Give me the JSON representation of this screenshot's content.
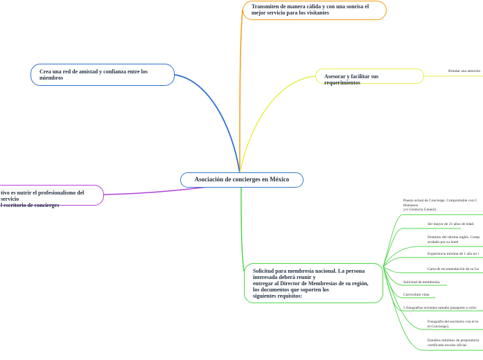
{
  "central": "Asociación de concierges en México",
  "nodes": {
    "top": {
      "lines": [
        "Transmiten de manera cálida y con una sonrisa el",
        "mejor servicio para los visitantes"
      ]
    },
    "left_top": {
      "lines": [
        "Crea una red de amistad y confianza entre los",
        "miembros"
      ]
    },
    "right_mid": {
      "lines": [
        "Asesorar y facilitar sus requerimientos"
      ]
    },
    "right_mid_child": "Brindar una atención",
    "left_bottom": {
      "lines": [
        "tivo es nutrir el profesionalismo del servicio",
        "l escritorio de concierges"
      ]
    },
    "bottom": {
      "lines": [
        "Solicitud para membresía nacional. La persona",
        "interesada deberá reunir y",
        "entregar al Director de Membresías de su región,",
        "los documentos que soporten los",
        "siguientes requisitos:"
      ]
    }
  },
  "requirements": [
    {
      "lines": [
        "Puesto actual de Concierge. Comprobable con C",
        "Humanos",
        "y/o Gerencia General."
      ]
    },
    {
      "lines": [
        "Ser mayor de 21 años de edad."
      ]
    },
    {
      "lines": [
        "Dominio del idioma inglés. Comp",
        "avalado por su hotel"
      ]
    },
    {
      "lines": [
        "Experiencia mínima de 1 año en l"
      ]
    },
    {
      "lines": [
        "Carta de recomendación de su Ge"
      ]
    },
    {
      "lines": [
        "Solicitud de membresía."
      ]
    },
    {
      "lines": [
        "Curriculum vitae."
      ]
    },
    {
      "lines": [
        "5 fotografías recientes tamaño pasaporte a color"
      ]
    },
    {
      "lines": [
        "Fotografía del escritorio con el lo",
        "el Concierge)."
      ]
    },
    {
      "lines": [
        "Estudios mínimos de preparatoria",
        "certificado escolar oficial."
      ]
    }
  ],
  "colors": {
    "central": "#3b78c8",
    "top": "#f39c12",
    "left_top": "#2f6fd6",
    "right_mid": "#e8ee4a",
    "left_bottom": "#b040d8",
    "bottom": "#4ed44a"
  }
}
